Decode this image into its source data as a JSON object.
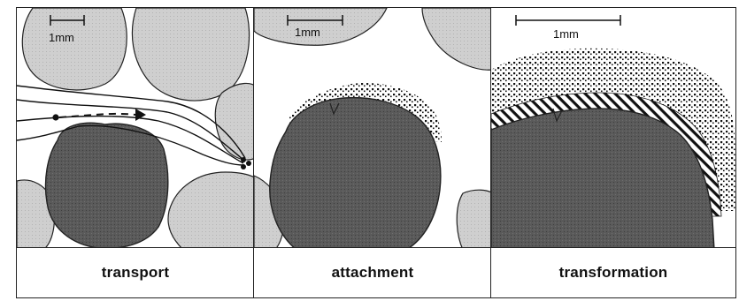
{
  "panels": [
    {
      "caption": "transport",
      "scale_label": "1mm"
    },
    {
      "caption": "attachment",
      "scale_label": "1mm"
    },
    {
      "caption": "transformation",
      "scale_label": "1mm"
    }
  ],
  "colors": {
    "grain_light": "#c9c9c9",
    "grain_dark": "#555555",
    "coating": "#1a1a1a",
    "outline": "#222222"
  }
}
